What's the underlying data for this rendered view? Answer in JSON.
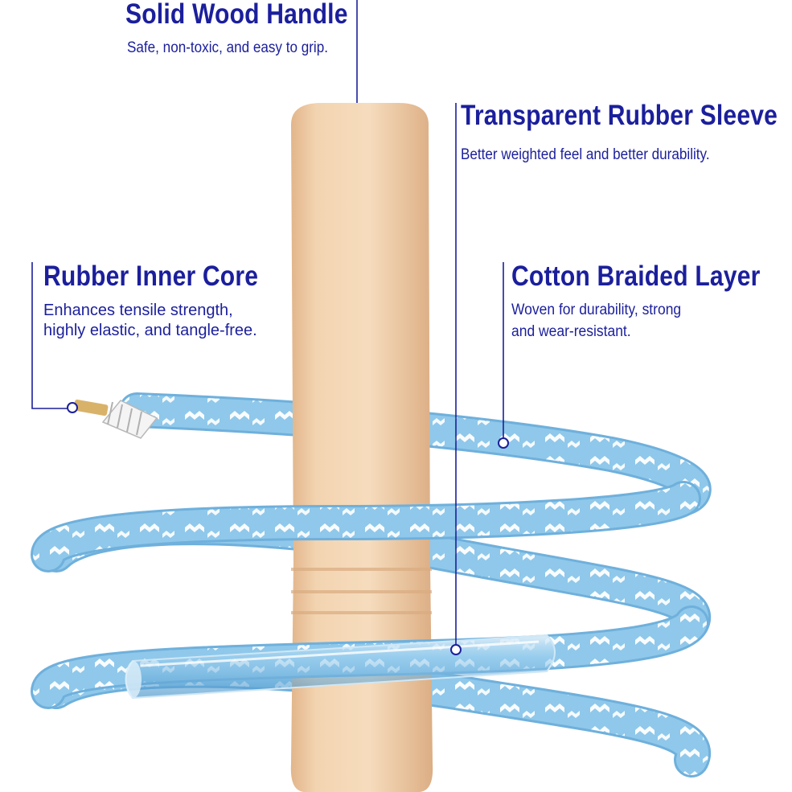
{
  "colors": {
    "text": "#1b1f9c",
    "rope": "#8cc7ea",
    "rope_dark": "#5aa4d6",
    "rope_pattern": "#ffffff",
    "handle": "#f1cfa9",
    "handle_shade": "#d9ab80"
  },
  "callouts": {
    "handle": {
      "title": "Solid Wood Handle",
      "description": "Safe, non-toxic, and easy to grip."
    },
    "sleeve": {
      "title": "Transparent Rubber Sleeve",
      "description": "Better weighted feel and better durability."
    },
    "core": {
      "title": "Rubber Inner Core",
      "line1": "Enhances tensile strength,",
      "line2": "highly elastic, and tangle-free."
    },
    "cotton": {
      "title": "Cotton Braided Layer",
      "line1": "Woven for durability, strong",
      "line2": "and wear-resistant."
    }
  }
}
